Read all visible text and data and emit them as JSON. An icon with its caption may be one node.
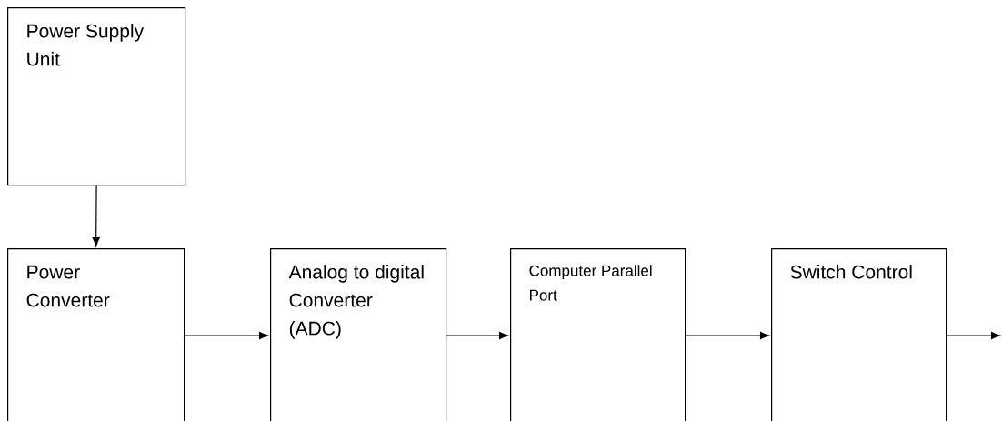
{
  "diagram": {
    "nodes": [
      {
        "text": [
          "Power Supply Unit"
        ]
      },
      {
        "text": [
          "Power Converter"
        ]
      },
      {
        "text": [
          "Analog to digital Converter (ADC)"
        ]
      },
      {
        "text": [
          "Computer Parallel Port"
        ]
      },
      {
        "text": [
          "Switch Control"
        ]
      }
    ],
    "edges": [
      {
        "from": 0,
        "to": 1,
        "arrow": "to"
      },
      {
        "from": 1,
        "to": 2,
        "arrow": "to"
      },
      {
        "from": 2,
        "to": 3,
        "arrow": "to"
      },
      {
        "from": 3,
        "to": 4,
        "arrow": "to"
      },
      {
        "from": 4,
        "to": null,
        "arrow": "to"
      }
    ]
  }
}
